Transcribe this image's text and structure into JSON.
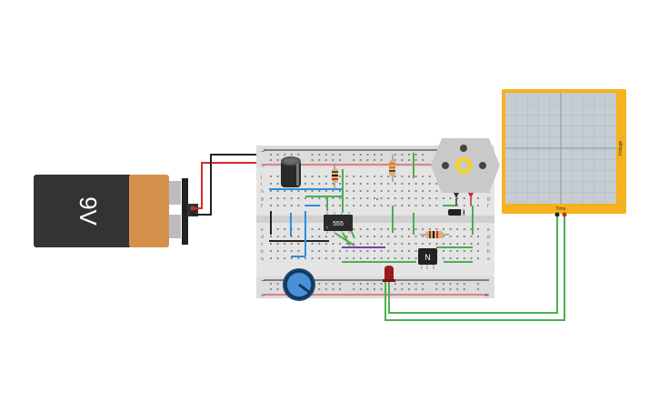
{
  "battery": {
    "label": "9V",
    "body_color": "#333333",
    "cap_color": "#d4914c"
  },
  "ic": {
    "label": "555"
  },
  "transistor": {
    "label": "N"
  },
  "oscilloscope": {
    "x_label": "Time",
    "y_label": "Voltage",
    "frame_color": "#f5b21c",
    "screen_color": "#c5ccd2"
  },
  "breadboard": {
    "rail_plus": "+",
    "rail_minus": "−",
    "row_letters_top": [
      "j",
      "i",
      "h",
      "g",
      "f"
    ],
    "row_letters_bottom": [
      "e",
      "d",
      "c",
      "b",
      "a"
    ]
  },
  "wire_colors": {
    "red": "#d22a2a",
    "black": "#222222",
    "green": "#4caf50",
    "blue": "#2d8fd8",
    "purple": "#7b3fb3",
    "gray": "#888888"
  }
}
